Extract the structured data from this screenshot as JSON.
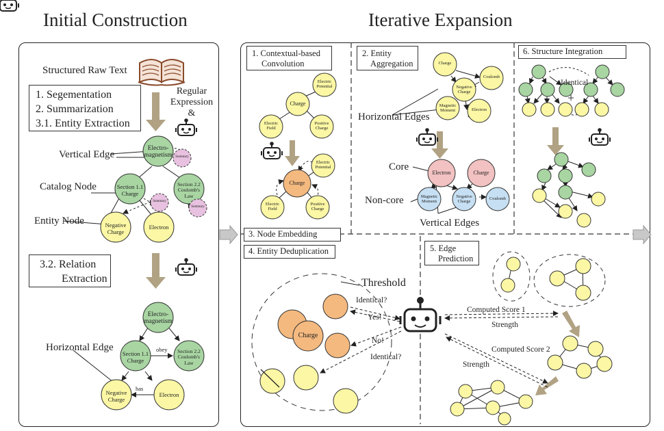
{
  "titles": {
    "initial": "Initial Construction",
    "iterative": "Iterative Expansion"
  },
  "left": {
    "raw_text": "Structured Raw Text",
    "step1": "1. Segementation",
    "step2": "2. Summarization",
    "step3": "3.1. Entity Extraction",
    "regex_line1": "Regular",
    "regex_line2": "Expression",
    "regex_amp": "&",
    "vertical_edge": "Vertical Edge",
    "catalog_node": "Catalog Node",
    "entity_node": "Entity Node",
    "relation_line1": "3.2. Relation",
    "relation_line2": "Extraction",
    "horizontal_edge": "Horizontal Edge"
  },
  "nodes": {
    "electromagnetism_1": "Electro-",
    "electromagnetism_2": "magnetism",
    "section11_1": "Section 1.1",
    "section11_2": "Charge",
    "section22_1": "Section 2.2",
    "section22_2": "Coulomb's",
    "section22_3": "Law",
    "summary": "Summary",
    "negative_1": "Negative",
    "negative_2": "Charge",
    "electron": "Electron",
    "obey": "obey",
    "has": "has",
    "charge": "Charge",
    "electric_potential_1": "Electric",
    "electric_potential_2": "Potential",
    "electric_field_1": "Electric",
    "electric_field_2": "Field",
    "positive_charge_1": "Positive",
    "positive_charge_2": "Charge",
    "coulomb": "Coulomb",
    "magnetic_1": "Magnetic",
    "magnetic_2": "Moment"
  },
  "panels": {
    "conv_1": "1.  Contextual-based",
    "conv_2": "Convolution",
    "agg_1": "2. Entity",
    "agg_2": "Aggregation",
    "integration": "6. Structure Integration",
    "embedding": "3. Node Embedding",
    "dedup": "4. Entity Deduplication",
    "edge_1": "5. Edge",
    "edge_2": "Prediction"
  },
  "middle": {
    "horizontal_edges": "Horizontal Edges",
    "core": "Core",
    "non_core": "Non-core",
    "vertical_edges": "Vertical Edges",
    "identical": "Identical",
    "plus": "+",
    "threshold": "Threshold",
    "identical_q1": "Identical?",
    "yes": "Yes!",
    "no": "No!",
    "identical_q2": "Identical?",
    "score1": "Computed Score 1",
    "strength1": "Strength",
    "score2": "Computed Score 2",
    "strength2": "Strength"
  },
  "colors": {
    "green": "#a8d5a2",
    "yellow": "#fbf7a4",
    "pink": "#e7c1df",
    "orange": "#f4b97f",
    "red": "#f2c1c1",
    "blue": "#c6dff2",
    "arrow": "#b0a283"
  }
}
